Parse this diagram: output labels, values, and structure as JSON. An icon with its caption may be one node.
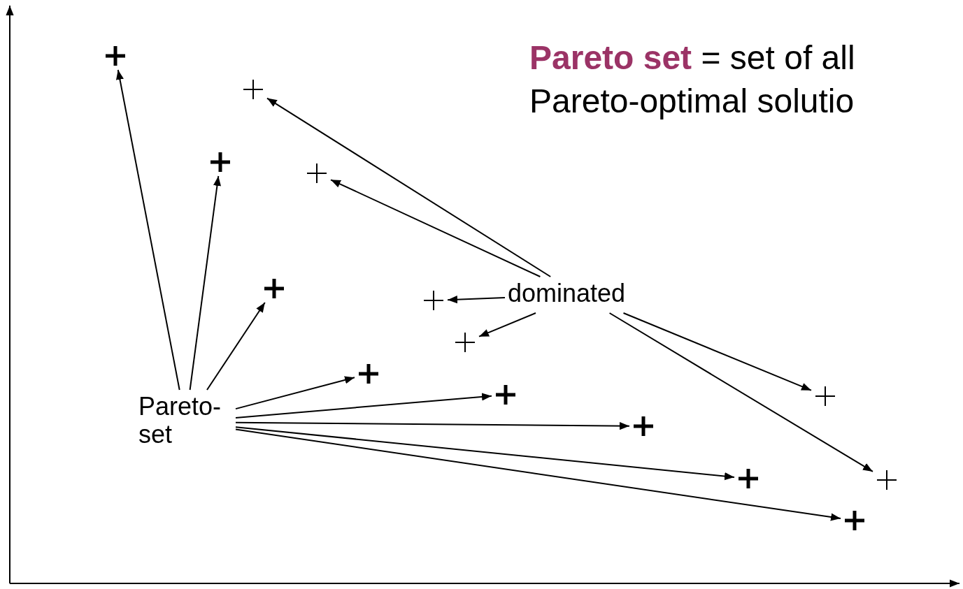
{
  "diagram": {
    "nodes": [
      {
        "text": [],
        "shape": "plus"
      },
      {
        "text": [],
        "shape": "plus"
      },
      {
        "text": [],
        "shape": "plus"
      },
      {
        "text": [],
        "shape": "plus"
      },
      {
        "text": [],
        "shape": "plus"
      },
      {
        "text": [
          "dominated"
        ]
      },
      {
        "text": [],
        "shape": "plus"
      },
      {
        "text": [],
        "shape": "plus"
      },
      {
        "text": [],
        "shape": "plus"
      },
      {
        "text": [],
        "shape": "plus"
      },
      {
        "text": [],
        "shape": "plus"
      },
      {
        "text": [
          "Pareto- set"
        ]
      },
      {
        "text": [],
        "shape": "plus"
      },
      {
        "text": [],
        "shape": "plus"
      },
      {
        "text": [],
        "shape": "plus"
      },
      {
        "text": [],
        "shape": "plus"
      }
    ],
    "edges": [
      {
        "from": 11,
        "to": 0,
        "arrow": "to"
      },
      {
        "from": 11,
        "to": 2,
        "arrow": "to"
      },
      {
        "from": 11,
        "to": 4,
        "arrow": "to"
      },
      {
        "from": 11,
        "to": 8,
        "arrow": "to"
      },
      {
        "from": 11,
        "to": 9,
        "arrow": "to"
      },
      {
        "from": 11,
        "to": 12,
        "arrow": "to"
      },
      {
        "from": 11,
        "to": 13,
        "arrow": "to"
      },
      {
        "from": 11,
        "to": 15,
        "arrow": "to"
      },
      {
        "from": 5,
        "to": 1,
        "arrow": "to"
      },
      {
        "from": 5,
        "to": 3,
        "arrow": "to"
      },
      {
        "from": 5,
        "to": 6,
        "arrow": "to"
      },
      {
        "from": 5,
        "to": 7,
        "arrow": "to"
      },
      {
        "from": 5,
        "to": 10,
        "arrow": "to"
      },
      {
        "from": 5,
        "to": 14,
        "arrow": "to"
      }
    ],
    "labels": [
      "**Pareto set** = set of all Pareto-optimal solutio"
    ]
  }
}
